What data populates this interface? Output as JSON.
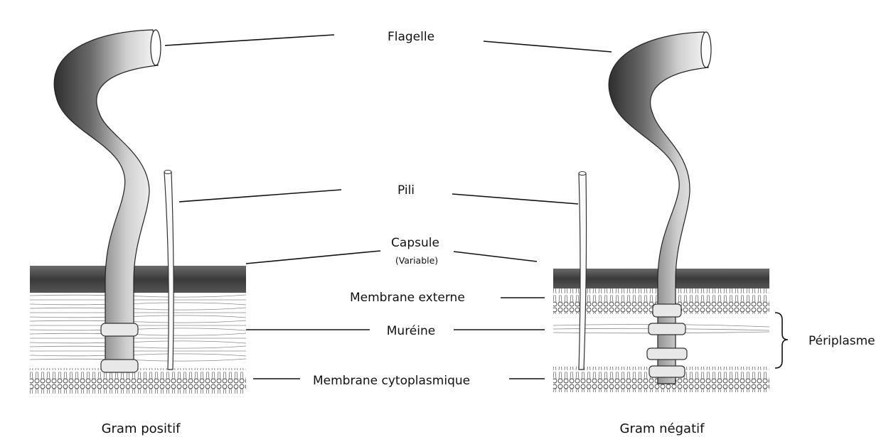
{
  "labels": {
    "flagelle": "Flagelle",
    "pili": "Pili",
    "capsule": "Capsule",
    "capsule_note": "(Variable)",
    "membrane_externe": "Membrane externe",
    "mureine": "Muréine",
    "membrane_cytoplasmique": "Membrane cytoplasmique",
    "periplasme": "Périplasme"
  },
  "panels": {
    "left_title": "Gram positif",
    "right_title": "Gram négatif"
  },
  "colors": {
    "ink": "#111111",
    "capsule": "#3f3f3f",
    "flagellum_dark": "#3a3a3a",
    "flagellum_light": "#f2f2f2",
    "fiber": "#8a8a8a"
  }
}
